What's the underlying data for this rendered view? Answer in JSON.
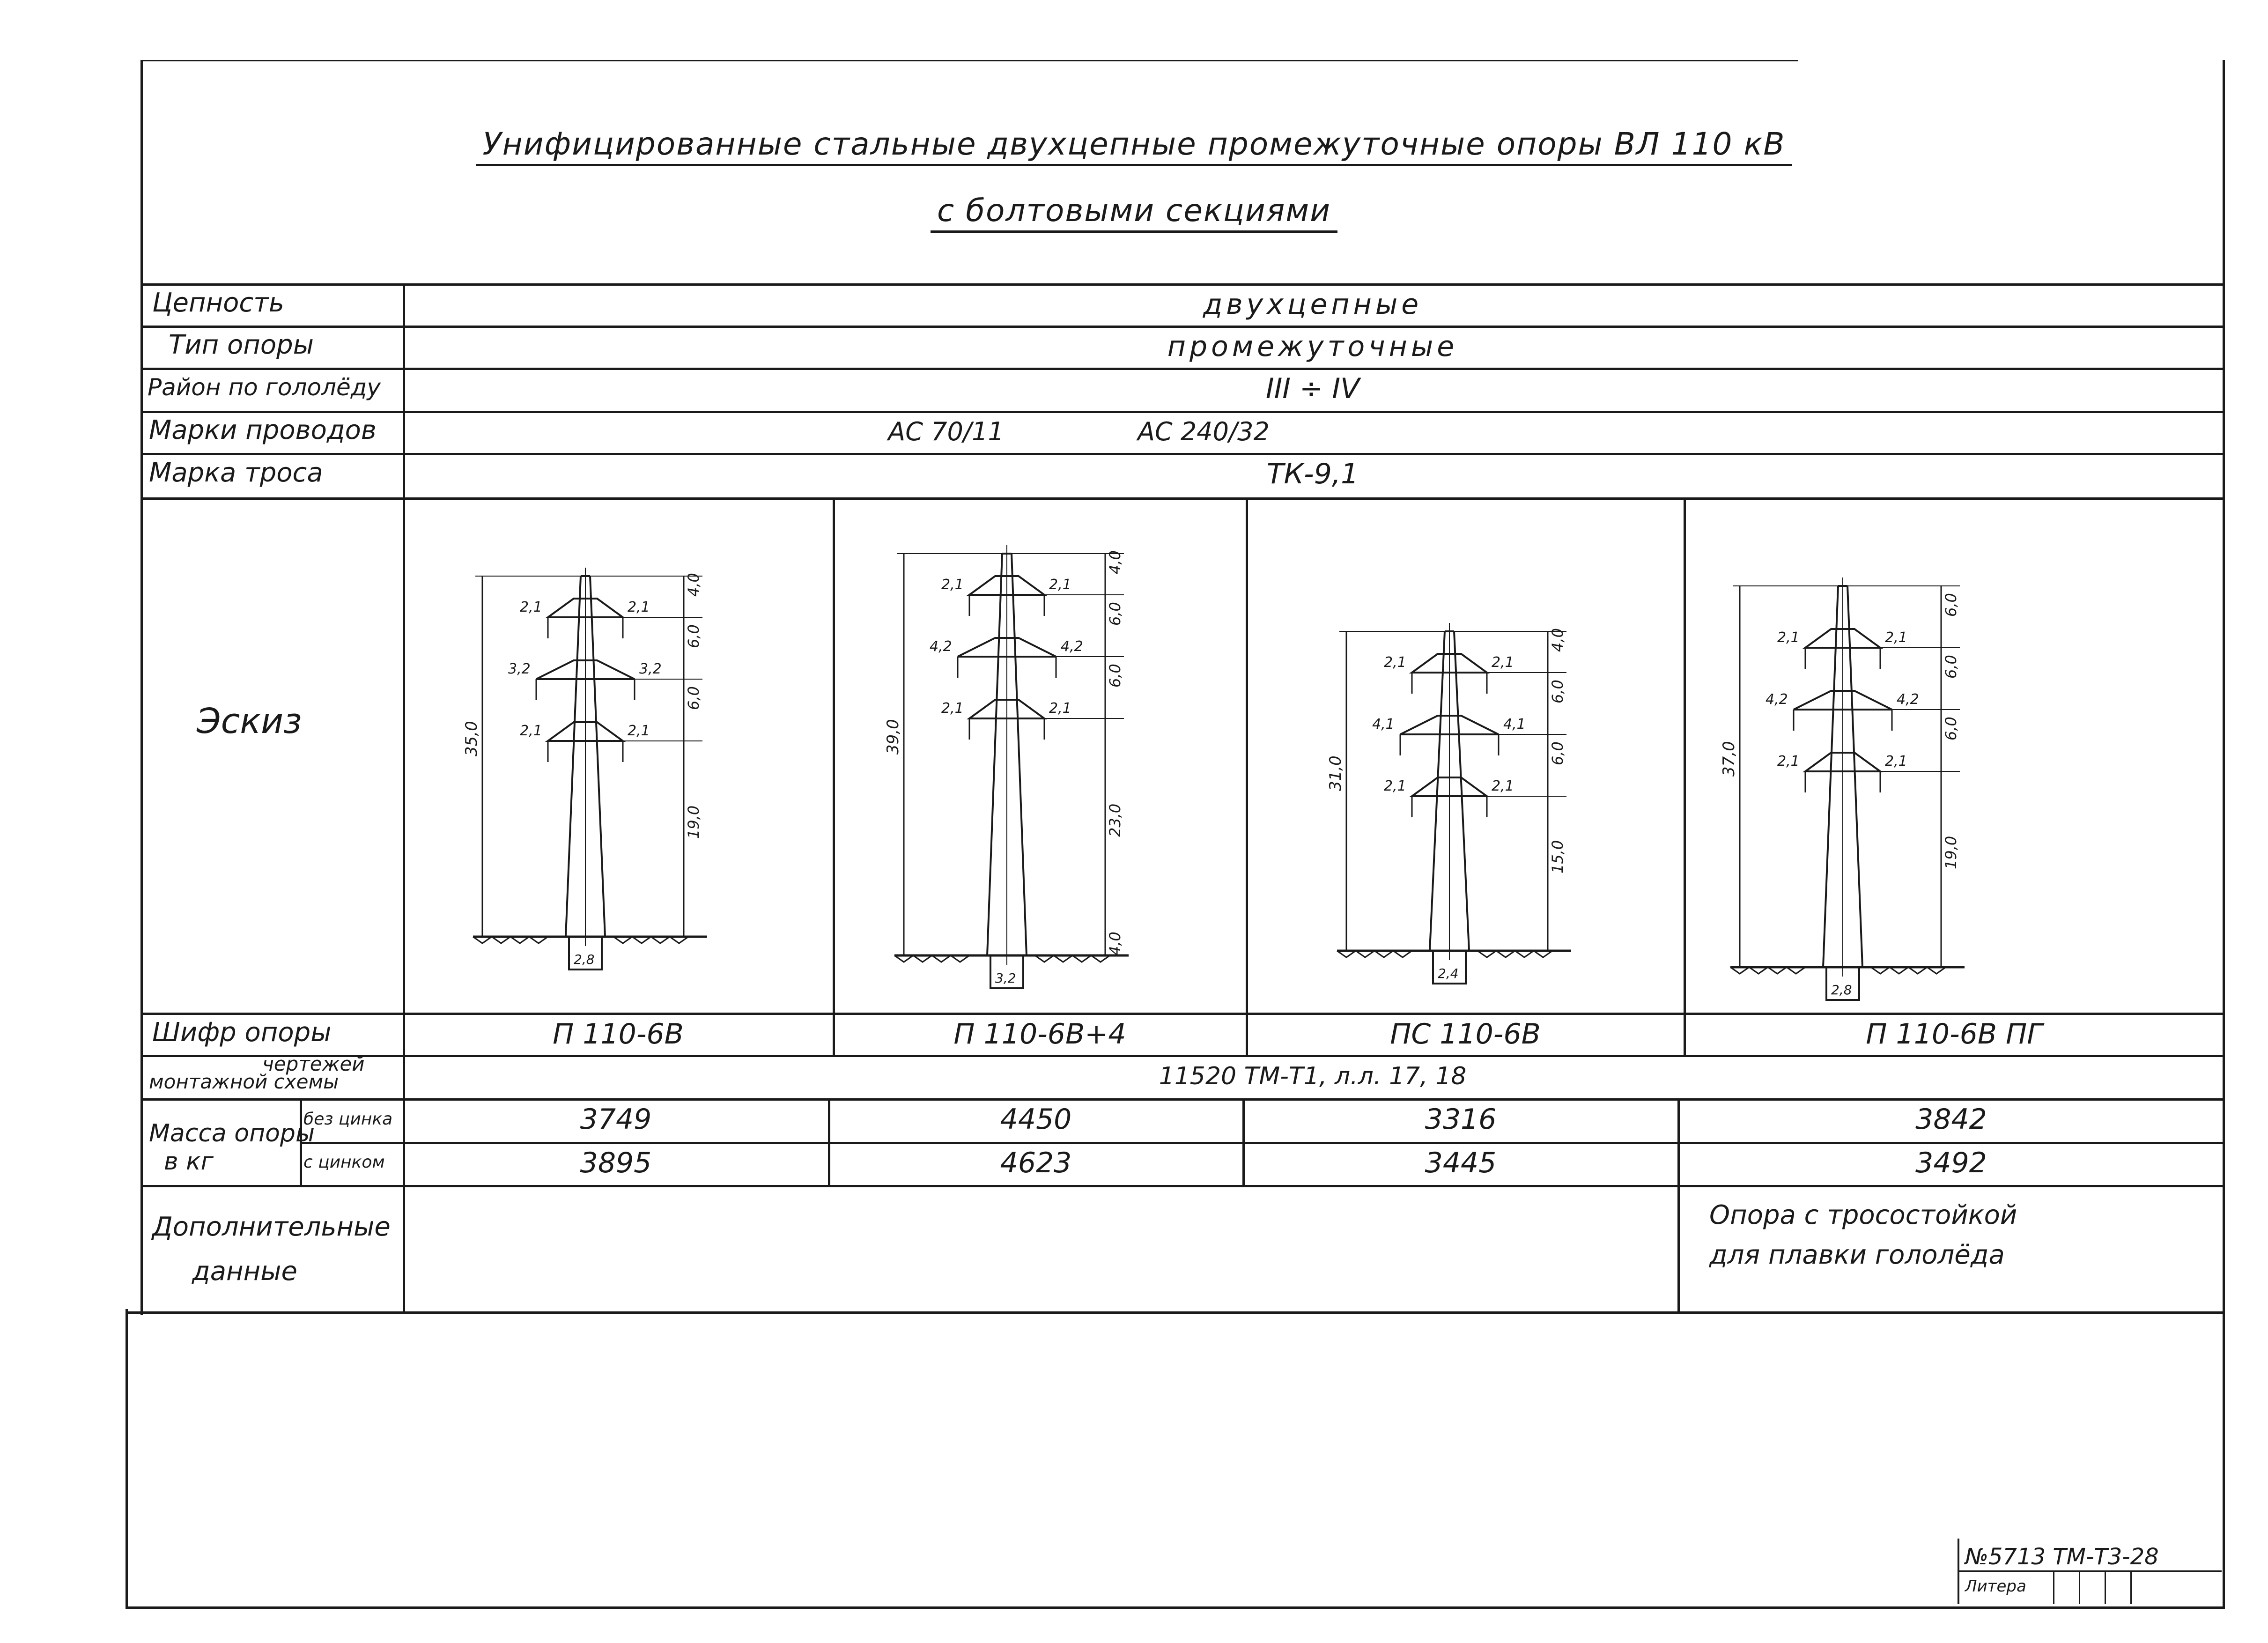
{
  "title": {
    "line1": "Унифицированные стальные двухцепные промежуточные опоры ВЛ 110 кВ",
    "line2": "с болтовыми секциями"
  },
  "rows": {
    "circuits": {
      "label": "Цепность",
      "value": "двухцепные"
    },
    "support_type": {
      "label": "Тип опоры",
      "value": "промежуточные"
    },
    "ice_region": {
      "label": "Район по гололёду",
      "value": "III ÷ IV"
    },
    "wire_brands": {
      "label": "Марки проводов",
      "value1": "АС 70/11",
      "value2": "АС 240/32"
    },
    "cable_brand": {
      "label": "Марка троса",
      "value": "ТК-9,1"
    },
    "sketch": {
      "label": "Эскиз"
    },
    "support_code": {
      "label": "Шифр опоры"
    },
    "drawings": {
      "label1": "чертежей",
      "label2": "монтажной схемы",
      "value": "11520 ТМ-Т1, л.л. 17, 18"
    },
    "mass": {
      "label1": "Масса опоры",
      "label2": "в кг",
      "sub1": "без цинка",
      "sub2": "с цинком"
    },
    "extra": {
      "label1": "Дополнительные",
      "label2": "данные",
      "note1": "Опора с тросостойкой",
      "note2": "для плавки гололёда"
    }
  },
  "supports": [
    {
      "code": "П 110-6В",
      "mass_no_zinc": "3749",
      "mass_zinc": "3895",
      "height": "35,0",
      "dims": [
        "4,0",
        "6,0",
        "6,0",
        "19,0"
      ],
      "arms": [
        "2,1",
        "2,1",
        "3,2",
        "3,2",
        "2,1",
        "2,1"
      ],
      "base": "2,8"
    },
    {
      "code": "П 110-6В+4",
      "mass_no_zinc": "4450",
      "mass_zinc": "4623",
      "height": "39,0",
      "dims": [
        "4,0",
        "6,0",
        "6,0",
        "23,0",
        "4,0"
      ],
      "arms": [
        "2,1",
        "2,1",
        "4,2",
        "4,2",
        "2,1",
        "2,1"
      ],
      "base": "3,2"
    },
    {
      "code": "ПС 110-6В",
      "mass_no_zinc": "3316",
      "mass_zinc": "3445",
      "height": "31,0",
      "dims": [
        "4,0",
        "6,0",
        "6,0",
        "15,0"
      ],
      "arms": [
        "2,1",
        "2,1",
        "4,1",
        "4,1",
        "2,1",
        "2,1"
      ],
      "base": "2,4"
    },
    {
      "code": "П 110-6В ПГ",
      "mass_no_zinc": "3842",
      "mass_zinc": "3492",
      "height": "37,0",
      "dims": [
        "6,0",
        "6,0",
        "6,0",
        "19,0"
      ],
      "arms": [
        "2,1",
        "2,1",
        "4,2",
        "4,2",
        "2,1",
        "2,1"
      ],
      "base": "2,8"
    }
  ],
  "stamp": {
    "code": "№5713 ТМ-Т3-28",
    "letter": "Литера"
  }
}
